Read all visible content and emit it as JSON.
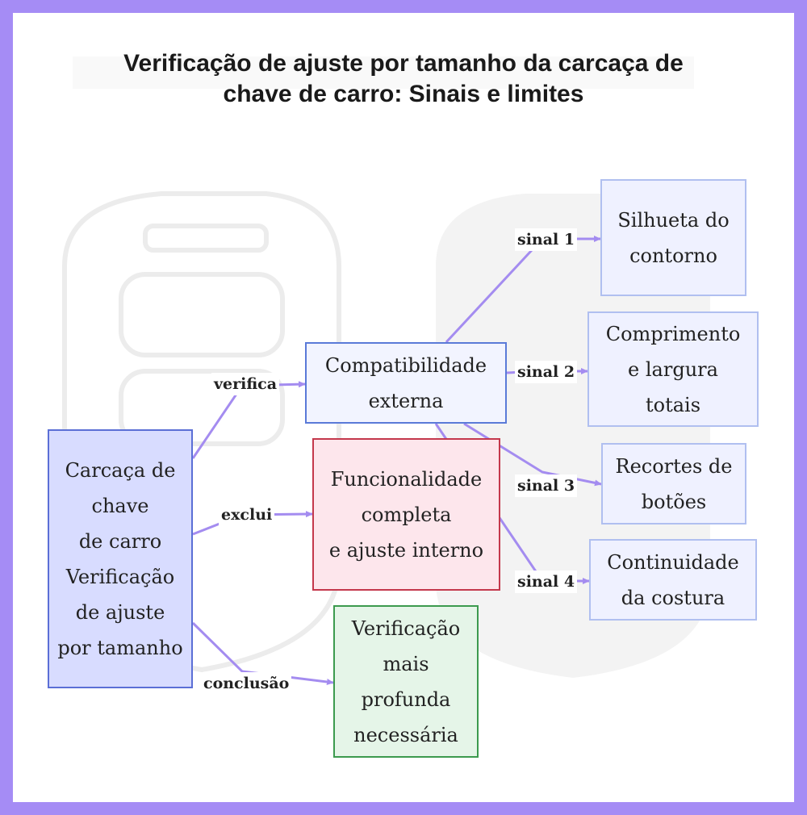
{
  "title": "Verificação de ajuste por tamanho da carcaça de chave de carro: Sinais e limites",
  "colors": {
    "frame": "#a58cf5",
    "edge": "#a48cf0",
    "main_fill": "#d8dcff",
    "main_border": "#5b6fd6",
    "exclude_fill": "#fde6ec",
    "exclude_border": "#c4384c",
    "conclusion_fill": "#e5f5e8",
    "conclusion_border": "#3c9a4e"
  },
  "nodes": {
    "main": "Carcaça de\nchave\nde carro\nVerificação\nde ajuste\npor tamanho",
    "compat": "Compatibilidade\nexterna",
    "func": "Funcionalidade\ncompleta\ne ajuste interno",
    "deep": "Verificação\nmais\nprofunda\nnecessária",
    "silhueta": "Silhueta do\ncontorno",
    "comprimento": "Comprimento\ne largura\ntotais",
    "recortes": "Recortes de\nbotões",
    "continuidade": "Continuidade\nda costura"
  },
  "edges": {
    "verifica": "verifica",
    "exclui": "exclui",
    "conclusao": "conclusão",
    "sinal1": "sinal 1",
    "sinal2": "sinal 2",
    "sinal3": "sinal 3",
    "sinal4": "sinal 4"
  }
}
